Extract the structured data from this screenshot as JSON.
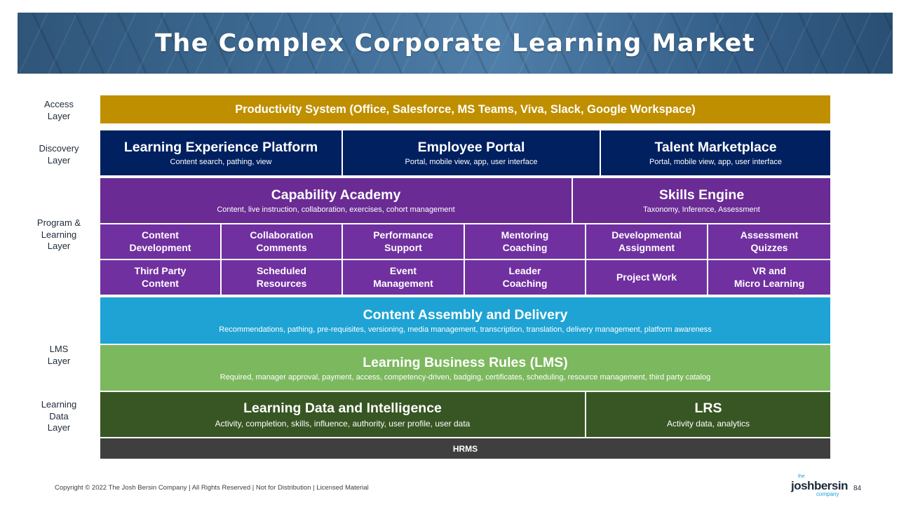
{
  "header": {
    "title": "The Complex Corporate Learning Market"
  },
  "layers": {
    "access": "Access Layer",
    "discovery": "Discovery Layer",
    "program": "Program & Learning Layer",
    "lms": "LMS Layer",
    "data": "Learning Data Layer"
  },
  "access_row": {
    "title": "Productivity System (Office, Salesforce, MS Teams, Viva, Slack, Google Workspace)"
  },
  "discovery_row": [
    {
      "title": "Learning Experience Platform",
      "subtitle": "Content search, pathing, view"
    },
    {
      "title": "Employee Portal",
      "subtitle": "Portal, mobile view, app, user interface"
    },
    {
      "title": "Talent Marketplace",
      "subtitle": "Portal, mobile view, app, user interface"
    }
  ],
  "program_row": [
    {
      "title": "Capability Academy",
      "subtitle": "Content, live instruction, collaboration, exercises, cohort management"
    },
    {
      "title": "Skills Engine",
      "subtitle": "Taxonomy, Inference, Assessment"
    }
  ],
  "grid_row1": [
    "Content\nDevelopment",
    "Collaboration\nComments",
    "Performance\nSupport",
    "Mentoring\nCoaching",
    "Developmental\nAssignment",
    "Assessment\nQuizzes"
  ],
  "grid_row2": [
    "Third Party\nContent",
    "Scheduled\nResources",
    "Event\nManagement",
    "Leader\nCoaching",
    "Project Work",
    "VR and\nMicro Learning"
  ],
  "content_assembly": {
    "title": "Content Assembly and Delivery",
    "subtitle": "Recommendations, pathing, pre-requisites, versioning, media management, transcription, translation, delivery management, platform awareness"
  },
  "business_rules": {
    "title": "Learning Business Rules (LMS)",
    "subtitle": "Required, manager approval, payment, access, competency-driven, badging, certificates, scheduling, resource management, third party catalog"
  },
  "data_row": [
    {
      "title": "Learning Data and Intelligence",
      "subtitle": "Activity, completion, skills, influence, authority, user profile, user data"
    },
    {
      "title": "LRS",
      "subtitle": "Activity data, analytics"
    }
  ],
  "hrms": {
    "title": "HRMS"
  },
  "footer": {
    "copyright": "Copyright © 2022 The Josh Bersin Company | All Rights Reserved | Not for Distribution | Licensed Material",
    "logo_small": "the",
    "logo_main": "joshbersin",
    "logo_sub": "company",
    "page": "84"
  }
}
